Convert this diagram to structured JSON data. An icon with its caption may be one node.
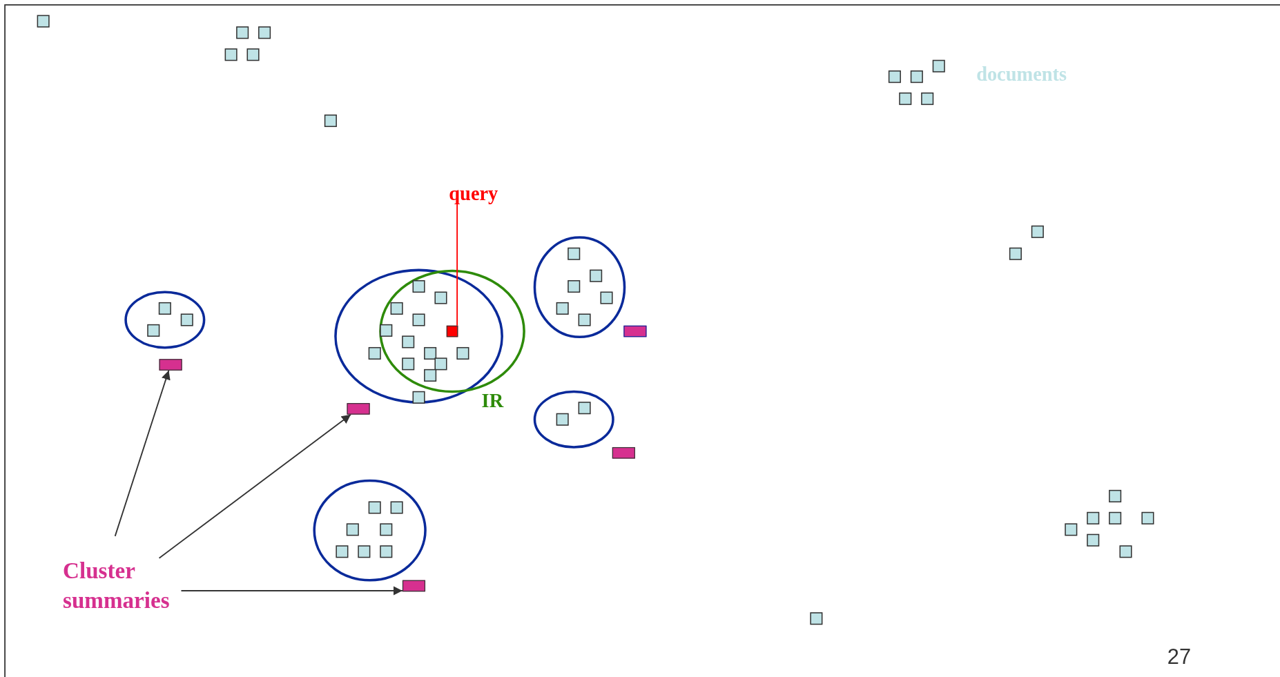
{
  "diagram": {
    "nodes": [
      {
        "text": [
          "query"
        ]
      },
      {
        "text": [],
        "shape": "box"
      },
      {
        "text": [
          "Cluster summaries"
        ]
      },
      {
        "text": [],
        "shape": "bar"
      },
      {
        "text": [],
        "shape": "bar"
      },
      {
        "text": [],
        "shape": "bar"
      },
      {
        "text": [],
        "shape": "bar"
      },
      {
        "text": [],
        "shape": "bar"
      }
    ],
    "edges": [
      {
        "from": 0,
        "to": 1,
        "arrow": "none",
        "color": "#ff0000"
      },
      {
        "from": 2,
        "to": 4,
        "arrow": "to"
      },
      {
        "from": 2,
        "to": 5,
        "arrow": "to"
      },
      {
        "from": 2,
        "to": 7,
        "arrow": "to"
      }
    ],
    "labels": [
      "documents",
      "IR",
      "27"
    ]
  }
}
